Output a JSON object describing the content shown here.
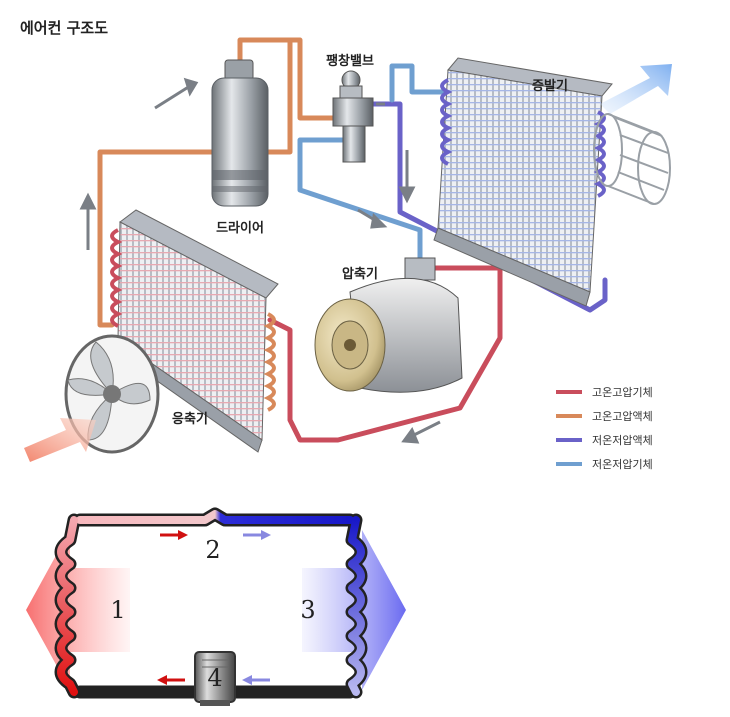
{
  "title": "에어컨 구조도",
  "components": {
    "expansion_valve": "팽창밸브",
    "evaporator": "증발기",
    "dryer": "드라이어",
    "compressor": "압축기",
    "condenser": "응축기"
  },
  "legend": [
    {
      "label": "고온고압기체",
      "color": "#c94d5c"
    },
    {
      "label": "고온고압액체",
      "color": "#d8895a"
    },
    {
      "label": "저온저압액체",
      "color": "#6a62c8"
    },
    {
      "label": "저온저압기체",
      "color": "#6f9fd0"
    }
  ],
  "cycle": {
    "labels": [
      "1",
      "2",
      "3",
      "4"
    ],
    "hot_color": "#e01515",
    "cold_color": "#2020d0"
  }
}
